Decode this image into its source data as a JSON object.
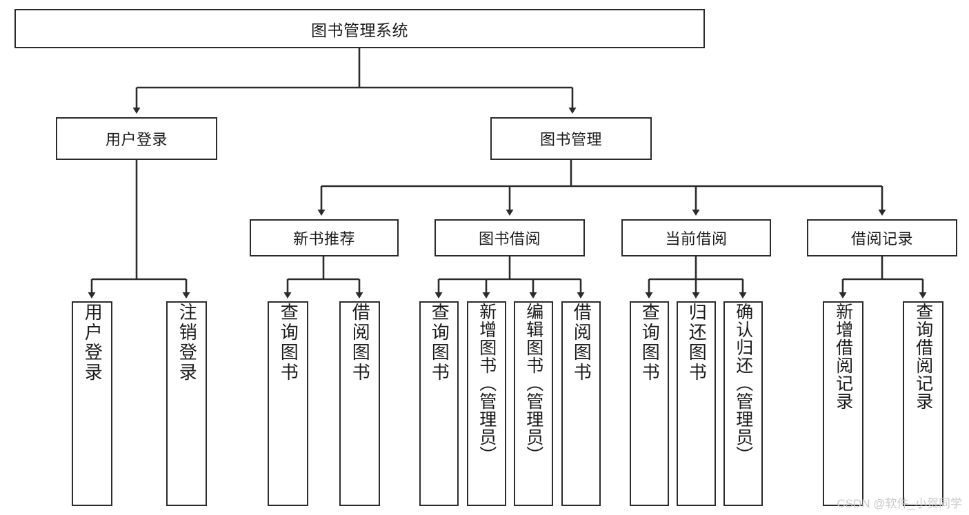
{
  "diagram": {
    "title": "图书管理系统",
    "type": "tree-hierarchy-diagram",
    "colors": {
      "node_border": "#2b2b2b",
      "node_fill": "#ffffff",
      "edge": "#2b2b2b",
      "text": "#1a1a1a",
      "watermark": "#c9c9c9",
      "background": "#ffffff"
    }
  },
  "nodes": {
    "root": {
      "label": "图书管理系统"
    },
    "level2": [
      {
        "label": "用户登录"
      },
      {
        "label": "图书管理"
      }
    ],
    "level3": [
      {
        "label": "新书推荐"
      },
      {
        "label": "图书借阅"
      },
      {
        "label": "当前借阅"
      },
      {
        "label": "借阅记录"
      }
    ],
    "leaves": {
      "user_login": [
        {
          "label": "用户登录"
        },
        {
          "label": "注销登录"
        }
      ],
      "new_book_recommend": [
        {
          "label": "查询图书"
        },
        {
          "label": "借阅图书"
        }
      ],
      "book_borrow": [
        {
          "label": "查询图书"
        },
        {
          "label": "新增图书（管理员）"
        },
        {
          "label": "编辑图书（管理员）"
        },
        {
          "label": "借阅图书"
        }
      ],
      "current_borrow": [
        {
          "label": "查询图书"
        },
        {
          "label": "归还图书"
        },
        {
          "label": "确认归还（管理员）"
        }
      ],
      "borrow_record": [
        {
          "label": "新增借阅记录"
        },
        {
          "label": "查询借阅记录"
        }
      ]
    }
  },
  "watermark": {
    "text": "CSDN @软件_小贺同学"
  }
}
